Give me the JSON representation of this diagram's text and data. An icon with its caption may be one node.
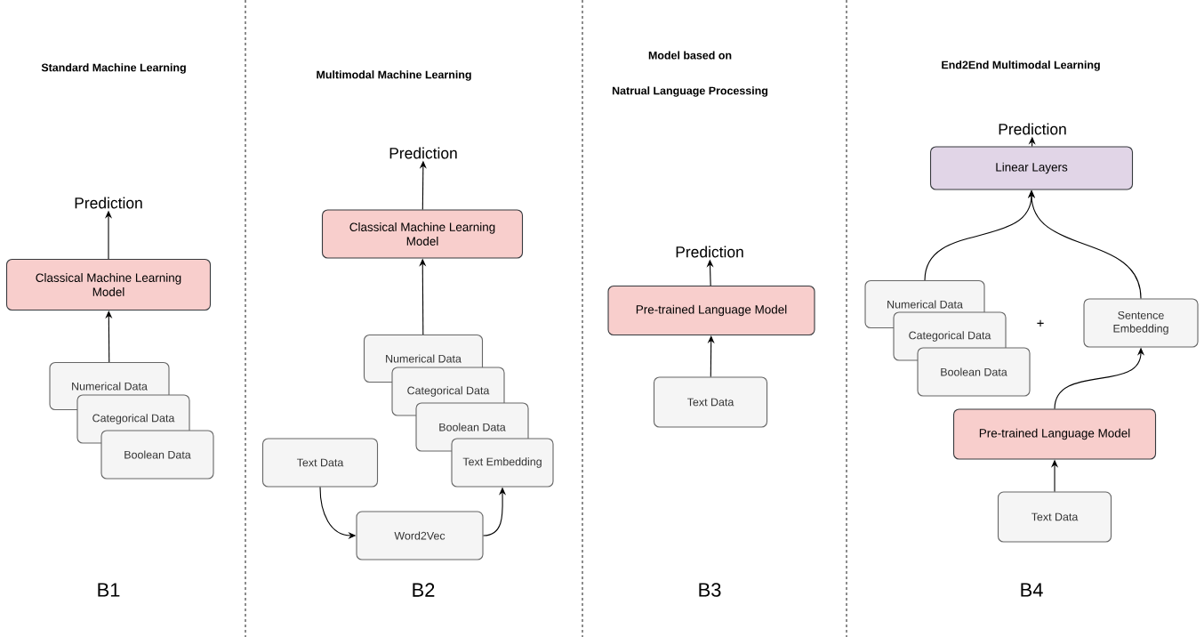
{
  "diagram": {
    "nodes": [
      {
        "text": [
          "Prediction"
        ]
      },
      {
        "text": [
          "Classical Machine Learning Model"
        ]
      },
      {
        "text": [
          "Numerical Data"
        ]
      },
      {
        "text": [
          "Categorical Data"
        ]
      },
      {
        "text": [
          "Boolean Data"
        ]
      },
      {
        "text": [
          "Prediction"
        ]
      },
      {
        "text": [
          "Classical Machine Learning Model"
        ]
      },
      {
        "text": [
          "Numerical Data"
        ]
      },
      {
        "text": [
          "Categorical Data"
        ]
      },
      {
        "text": [
          "Boolean Data"
        ]
      },
      {
        "text": [
          "Text Data"
        ]
      },
      {
        "text": [
          "Text Embedding"
        ]
      },
      {
        "text": [
          "Word2Vec"
        ]
      },
      {
        "text": [
          "Prediction"
        ]
      },
      {
        "text": [
          "Pre-trained Language Model"
        ]
      },
      {
        "text": [
          "Text Data"
        ]
      },
      {
        "text": [
          "Prediction"
        ]
      },
      {
        "text": [
          "Linear Layers"
        ]
      },
      {
        "text": [
          "Numerical Data"
        ]
      },
      {
        "text": [
          "Categorical Data"
        ]
      },
      {
        "text": [
          "Boolean Data"
        ]
      },
      {
        "text": [
          "Sentence Embedding"
        ]
      },
      {
        "text": [
          "Pre-trained Language Model"
        ]
      },
      {
        "text": [
          "Text Data"
        ]
      }
    ],
    "edges": [
      {
        "from": 2,
        "to": 1,
        "arrow": "to"
      },
      {
        "from": 1,
        "to": 0,
        "arrow": "to"
      },
      {
        "from": 7,
        "to": 6,
        "arrow": "to"
      },
      {
        "from": 6,
        "to": 5,
        "arrow": "to"
      },
      {
        "from": 10,
        "to": 12,
        "arrow": "to"
      },
      {
        "from": 12,
        "to": 11,
        "arrow": "to"
      },
      {
        "from": 15,
        "to": 14,
        "arrow": "to"
      },
      {
        "from": 14,
        "to": 13,
        "arrow": "to"
      },
      {
        "from": 18,
        "to": 17,
        "arrow": "to"
      },
      {
        "from": 21,
        "to": 17,
        "arrow": "to"
      },
      {
        "from": 17,
        "to": 16,
        "arrow": "to"
      },
      {
        "from": 22,
        "to": 21,
        "arrow": "to"
      },
      {
        "from": 23,
        "to": 22,
        "arrow": "to"
      }
    ],
    "labels": [
      "Standard Machine Learning",
      "Multimodal Machine Learning",
      "Model based on",
      "Natrual Language Processing",
      "End2End Multimodal Learning",
      "+",
      "B1",
      "B2",
      "B3",
      "B4"
    ]
  }
}
